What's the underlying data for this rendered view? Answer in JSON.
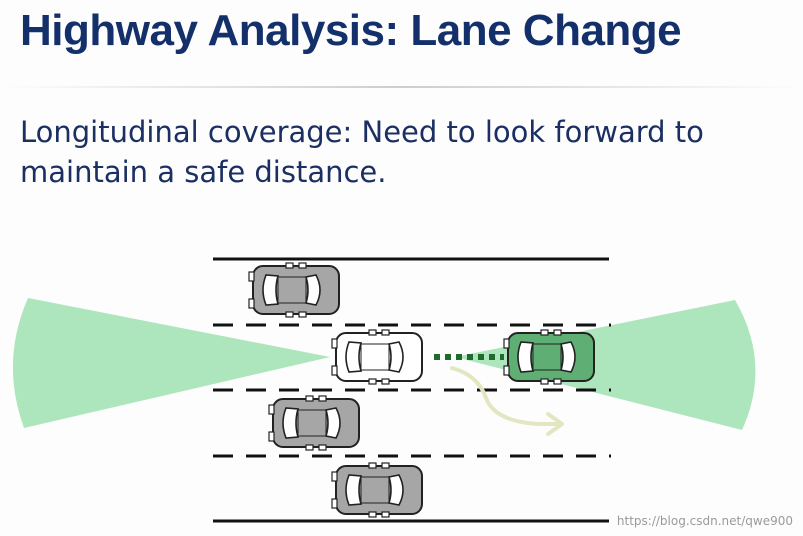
{
  "slide": {
    "title": "Highway Analysis: Lane Change",
    "body_text": "Longitudinal coverage: Need to look forward to maintain a safe distance."
  },
  "diagram": {
    "elements": [
      "road-edge",
      "lane-divider",
      "ego-car",
      "lead-car",
      "other-car",
      "rear-sensor-cone",
      "front-sensor-cone",
      "gap-indicator",
      "lane-change-arrow"
    ],
    "colors": {
      "sensor_cone": "#9fe0b2",
      "lead_car": "#5fae73",
      "car_body_gray": "#a6a6a6",
      "ego_car": "#ffffff",
      "gap_dots": "#1f6b2e",
      "arrow": "#e4e6c2",
      "road_line": "#111111"
    }
  },
  "watermark": "https://blog.csdn.net/qwe900"
}
